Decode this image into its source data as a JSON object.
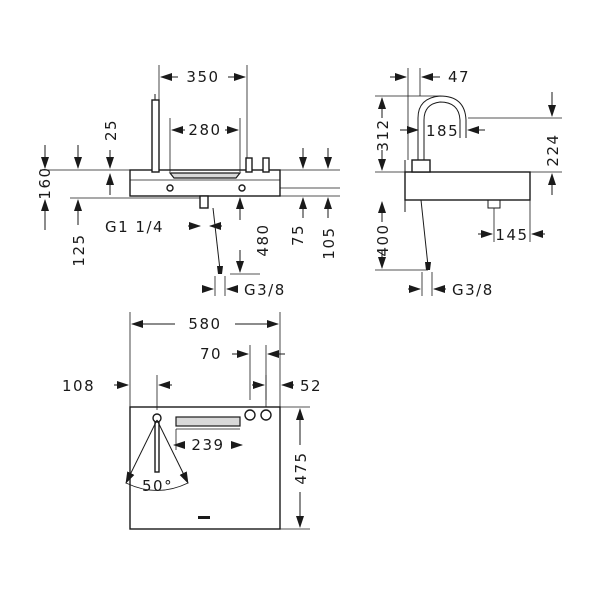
{
  "front_view": {
    "dim_350": "350",
    "dim_280": "280",
    "dim_25": "25",
    "dim_160": "160",
    "dim_125": "125",
    "dim_thread_g1": "G1 1/4",
    "dim_480": "480",
    "dim_75": "75",
    "dim_105": "105",
    "dim_thread_g38": "G3/8"
  },
  "side_view": {
    "dim_47": "47",
    "dim_312": "312",
    "dim_185": "185",
    "dim_224": "224",
    "dim_400": "400",
    "dim_145": "145",
    "dim_thread_g38": "G3/8"
  },
  "top_view": {
    "dim_580": "580",
    "dim_70": "70",
    "dim_108": "108",
    "dim_52": "52",
    "dim_239": "239",
    "dim_angle": "50°",
    "dim_475": "475"
  },
  "colors": {
    "ink": "#1a1a1a",
    "fill": "#d9d9d9",
    "background": "#ffffff"
  }
}
